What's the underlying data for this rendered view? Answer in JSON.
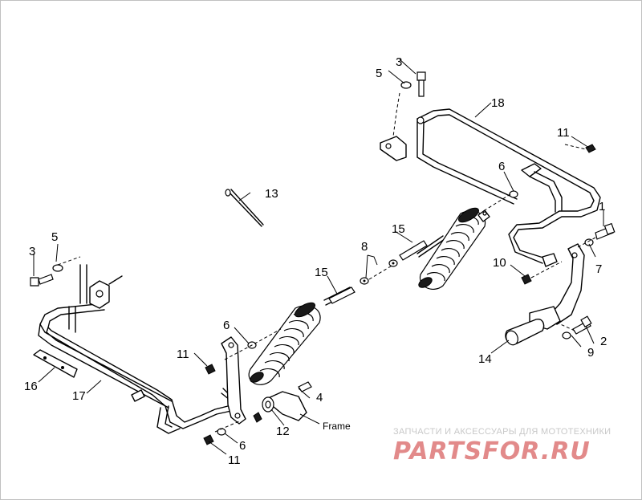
{
  "callouts": {
    "c1": "1",
    "c2": "2",
    "c3a": "3",
    "c3b": "3",
    "c4": "4",
    "c5a": "5",
    "c5b": "5",
    "c6a": "6",
    "c6b": "6",
    "c6c": "6",
    "c7": "7",
    "c8": "8",
    "c9": "9",
    "c10": "10",
    "c11a": "11",
    "c11b": "11",
    "c11c": "11",
    "c12": "12",
    "c13": "13",
    "c14": "14",
    "c15a": "15",
    "c15b": "15",
    "c16": "16",
    "c17": "17",
    "c18": "18"
  },
  "labels": {
    "frame": "Frame"
  },
  "watermark": {
    "tagline": "ЗАПЧАСТИ И АКСЕССУАРЫ ДЛЯ МОТОТЕХНИКИ",
    "logo": "PARTSFOR.RU",
    "tagline_color": "#c8c8c8",
    "logo_color": "#e28a8a"
  }
}
